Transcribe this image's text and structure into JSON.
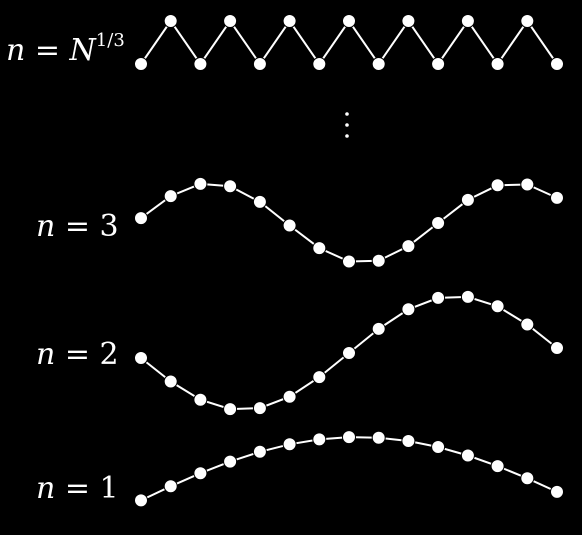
{
  "labels": {
    "top": {
      "var": "n",
      "eq": " = ",
      "base": "N",
      "exp": "1/3"
    },
    "mode3": {
      "var": "n",
      "eq": " = ",
      "value": "3"
    },
    "mode2": {
      "var": "n",
      "eq": " = ",
      "value": "2"
    },
    "mode1": {
      "var": "n",
      "eq": " = ",
      "value": "1"
    }
  },
  "colors": {
    "background": "#000000",
    "stroke": "#ffffff",
    "node_fill": "#ffffff"
  },
  "chains": {
    "node_count": 15,
    "modes": [
      {
        "id": "n-top",
        "mode": "N^(1/3)",
        "pattern": "zigzag"
      },
      {
        "id": "n3",
        "mode": 3,
        "pattern": "sine"
      },
      {
        "id": "n2",
        "mode": 2,
        "pattern": "sine"
      },
      {
        "id": "n1",
        "mode": 1,
        "pattern": "sine"
      }
    ]
  },
  "ellipsis_icon": "vertical-ellipsis"
}
